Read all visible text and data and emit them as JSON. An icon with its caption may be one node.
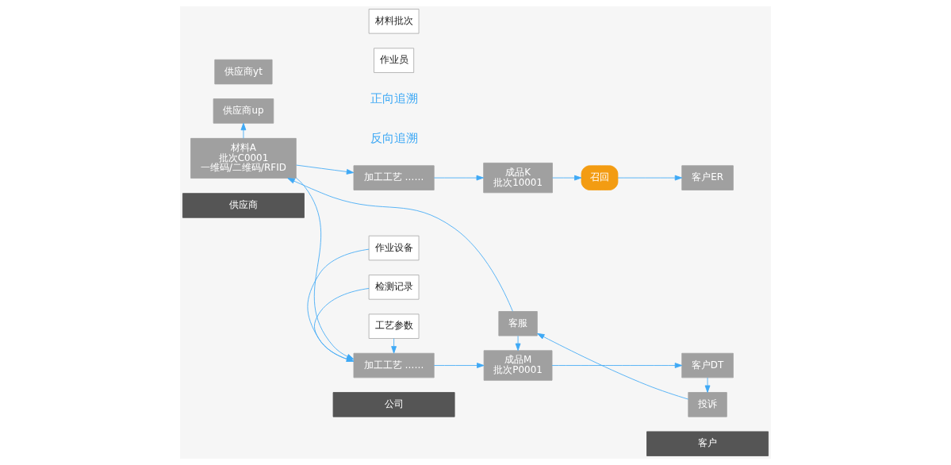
{
  "diagram": {
    "nodes": [
      {
        "text": [
          "供应商"
        ]
      },
      {
        "text": [
          "公司"
        ]
      },
      {
        "text": [
          "客户"
        ]
      },
      {
        "text": [
          "供应商up"
        ]
      },
      {
        "text": [
          "供应商yt"
        ]
      },
      {
        "text": [
          "材料A",
          "批次C0001",
          "一维码/二维码/RFID"
        ]
      },
      {
        "text": [
          "作业员"
        ]
      },
      {
        "text": [
          "作业设备"
        ]
      },
      {
        "text": [
          "材料批次"
        ]
      },
      {
        "text": [
          "加工工艺 ……"
        ]
      },
      {
        "text": [
          "检测记录"
        ]
      },
      {
        "text": [
          "工艺参数"
        ]
      },
      {
        "text": [
          "加工工艺 ……"
        ]
      },
      {
        "text": [
          "成品M",
          "批次P0001"
        ]
      },
      {
        "text": [
          "成品K",
          "批次10001"
        ]
      },
      {
        "text": [
          "召回"
        ]
      },
      {
        "text": [
          "客服"
        ]
      },
      {
        "text": [
          "投诉"
        ]
      },
      {
        "text": [
          "客户DT"
        ]
      },
      {
        "text": [
          "客户ER"
        ]
      }
    ],
    "edges": [
      {
        "from": 16,
        "to": 5,
        "arrow": "to"
      },
      {
        "from": 17,
        "to": 16,
        "arrow": "to"
      },
      {
        "from": 18,
        "to": 17,
        "arrow": "to"
      },
      {
        "from": 16,
        "to": 13,
        "arrow": "to"
      },
      {
        "from": 5,
        "to": 3,
        "arrow": "to"
      },
      {
        "from": 5,
        "to": 9,
        "arrow": "to"
      },
      {
        "from": 7,
        "to": 9,
        "arrow": "to"
      },
      {
        "from": 10,
        "to": 9,
        "arrow": "to"
      },
      {
        "from": 11,
        "to": 9,
        "arrow": "to"
      },
      {
        "from": 9,
        "to": 13,
        "arrow": "to"
      },
      {
        "from": 13,
        "to": 18,
        "arrow": "to"
      },
      {
        "from": 5,
        "to": 12,
        "arrow": "to"
      },
      {
        "from": 12,
        "to": 14,
        "arrow": "to"
      },
      {
        "from": 14,
        "to": 15,
        "arrow": "to"
      },
      {
        "from": 15,
        "to": 19,
        "arrow": "to"
      }
    ],
    "labels": [
      "正向追溯",
      "反向追溯"
    ]
  }
}
